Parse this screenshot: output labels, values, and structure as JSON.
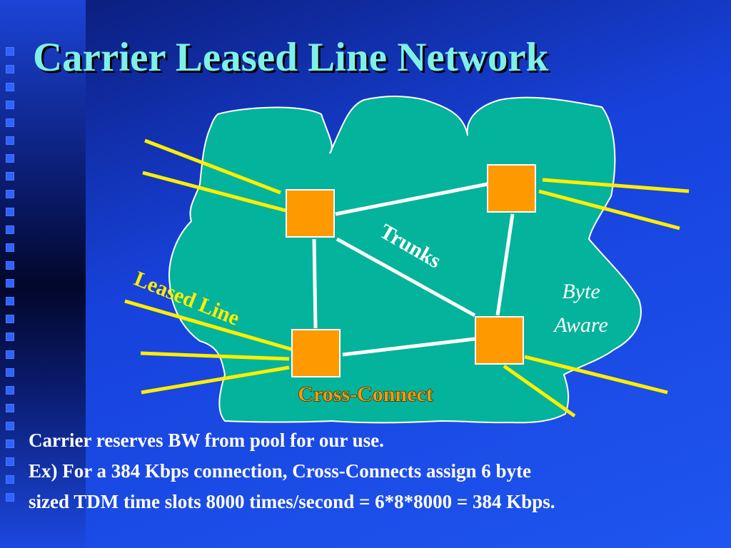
{
  "slide": {
    "title": "Carrier Leased Line Network",
    "body_lines": [
      "Carrier reserves BW from pool for our use.",
      "Ex) For a 384 Kbps connection, Cross-Connects assign 6 byte",
      "sized TDM time slots 8000 times/second = 6*8*8000 = 384 Kbps."
    ]
  },
  "diagram": {
    "labels": {
      "trunks": "Trunks",
      "leased_line": "Leased Line",
      "byte_aware_line1": "Byte",
      "byte_aware_line2": "Aware",
      "cross_connect": "Cross-Connect"
    },
    "colors": {
      "cloud": "#04b39c",
      "node": "#ff9900",
      "leased_line": "#ffee00",
      "trunk": "#ffffff",
      "title": "#7ff0e8",
      "cross_connect_label": "#ff9900",
      "leased_line_label": "#ffee00"
    }
  }
}
